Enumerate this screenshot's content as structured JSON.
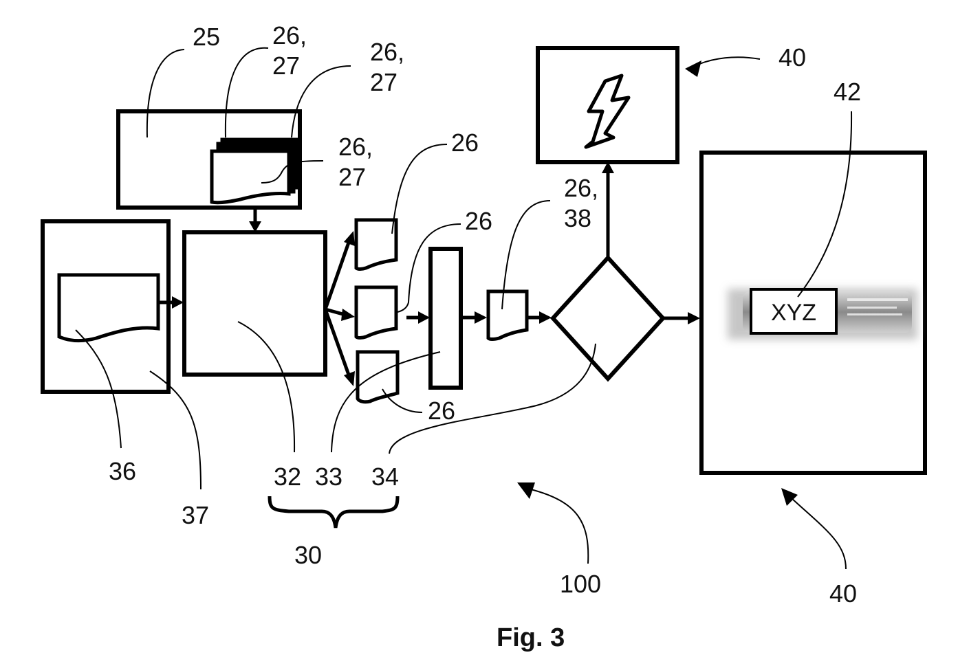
{
  "figure": {
    "caption": "Fig. 3",
    "labels": {
      "l25": "25",
      "l26_27_a_1": "26,",
      "l26_27_a_2": "27",
      "l26_27_b_1": "26,",
      "l26_27_b_2": "27",
      "l26_27_c_1": "26,",
      "l26_27_c_2": "27",
      "l26_top": "26",
      "l26_mid": "26",
      "l26_bot": "26",
      "l26_38_1": "26,",
      "l26_38_2": "38",
      "l40_top": "40",
      "l42": "42",
      "l36": "36",
      "l37": "37",
      "l32": "32",
      "l33": "33",
      "l34": "34",
      "l30": "30",
      "l100": "100",
      "l40_bottom": "40"
    },
    "battery_label": "XYZ"
  },
  "colors": {
    "ink": "#000000",
    "paper": "#ffffff",
    "battery_body": "#9a9a9a"
  },
  "icons": {
    "warning": "lightning-bolt-icon",
    "battery": "battery-icon"
  }
}
